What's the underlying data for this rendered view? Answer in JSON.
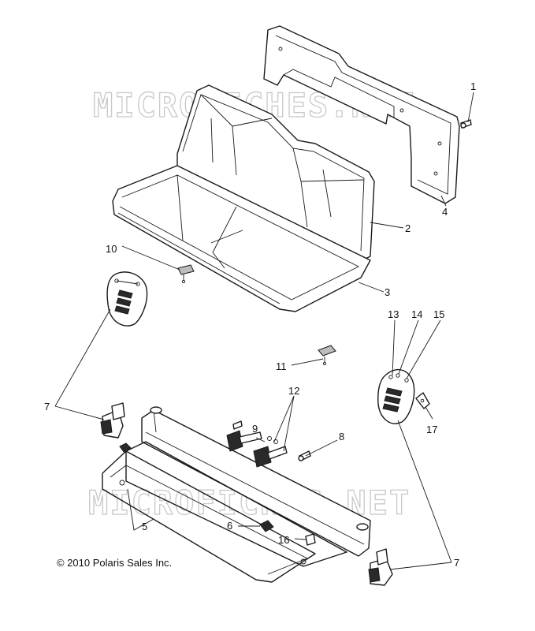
{
  "watermark": "MICROFICHES.NET",
  "copyright": "© 2010 Polaris Sales Inc.",
  "callouts": {
    "c1": "1",
    "c2": "2",
    "c3": "3",
    "c4": "4",
    "c5": "5",
    "c6": "6",
    "c7a": "7",
    "c7b": "7",
    "c8": "8",
    "c9": "9",
    "c10": "10",
    "c11": "11",
    "c12": "12",
    "c13": "13",
    "c14": "14",
    "c15": "15",
    "c16": "16",
    "c17": "17"
  }
}
